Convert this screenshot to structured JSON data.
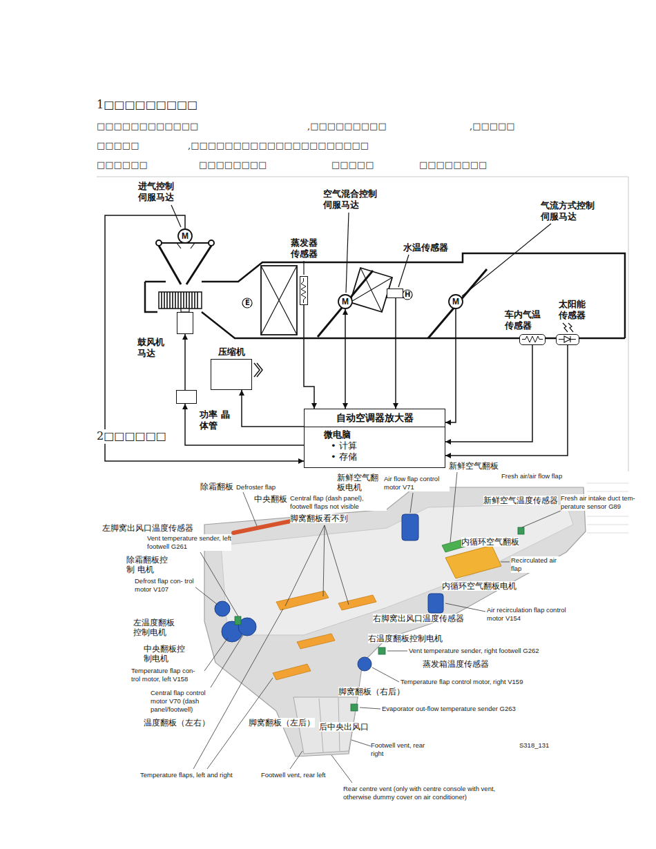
{
  "diagram": {
    "nodes": [
      {
        "text": [
          "进气控制 伺服马达",
          "M"
        ]
      },
      {
        "text": [
          "空气混合控制 伺服马达",
          "M"
        ]
      },
      {
        "text": [
          "气流方式控制 伺服马达",
          "M"
        ]
      },
      {
        "text": [
          "蒸发器 传感器"
        ]
      },
      {
        "text": [
          "水温传感器"
        ]
      },
      {
        "text": [
          "车内气温 传感器"
        ]
      },
      {
        "text": [
          "太阳能 传感器"
        ]
      },
      {
        "text": [
          "鼓风机 马达"
        ]
      },
      {
        "text": [
          "压缩机"
        ]
      },
      {
        "text": [
          "功率 晶体管"
        ]
      },
      {
        "text": [
          "自动空调器放大器",
          "微电脑",
          "• 计算",
          "• 存储"
        ]
      }
    ],
    "edges": [
      {
        "from": 0,
        "to": 10,
        "arrow": "to"
      },
      {
        "from": 9,
        "to": 7,
        "arrow": "to"
      },
      {
        "from": 10,
        "to": 9,
        "arrow": "to"
      },
      {
        "from": 10,
        "to": 8,
        "arrow": "to"
      },
      {
        "from": 3,
        "to": 10,
        "arrow": "to"
      },
      {
        "from": 1,
        "to": 10,
        "arrow": "both"
      },
      {
        "from": 4,
        "to": 10,
        "arrow": "to"
      },
      {
        "from": 2,
        "to": 10,
        "arrow": "to"
      },
      {
        "from": 5,
        "to": 10,
        "arrow": "to"
      },
      {
        "from": 6,
        "to": 10,
        "arrow": "to"
      }
    ],
    "labels": [
      "1□□□□□□□□□",
      "□□□□□□□□□□□□",
      ",□□□□□□□□□",
      ",□□□□□",
      "□□□□□",
      ",□□□□□□□□□□□□□□□□□□□□□",
      "□□□□□□",
      "□□□□□□□□",
      "□□□□□",
      "□□□□□□□□",
      "E",
      "H",
      "2□□□□□□",
      "除霜翻板",
      "Defroster flap",
      "中央翻板",
      "Central flap (dash panel), footwell flaps not visible",
      "脚窝翻板看不到",
      "新鲜空气翻 板电机",
      "Air flow flap control motor V71",
      "新鲜空气翻板",
      "Fresh air/air flow flap",
      "新鲜空气温度传感器",
      "Fresh air intake duct tem- perature sensor G89",
      "左脚窝出风口温度传感器",
      "Vent temperature sender, left footwell G261",
      "内循环空气翻板",
      "Recirculated air flap",
      "除霜翻板控 制 电机",
      "Defrost flap con- trol motor V107",
      "内循环空气翻板电机",
      "Air recirculation flap control motor V154",
      "左温度翻板 控制电机",
      "右脚窝出风口温度传感器",
      "右温度翻板控制电机",
      "中央翻板控 制电机",
      "Vent temperature sender, right footwell G262",
      "Temperature flap con- trol motor, left V158",
      "蒸发箱温度传感器",
      "Temperature flap control motor, right V159",
      "脚窝翻板（右后）",
      "Central flap control motor V70 (dash panel/footwell)",
      "Evaporator out-flow temperature sender G263",
      "温度翻板（左右）",
      "脚窝翻板（左后）",
      "后中央出风口",
      "Footwell vent, rear right",
      "S318_131",
      "Temperature flaps, left and right",
      "Footwell vent, rear left",
      "Rear centre vent (only with centre console with vent, otherwise dummy cover on air conditioner)"
    ]
  }
}
